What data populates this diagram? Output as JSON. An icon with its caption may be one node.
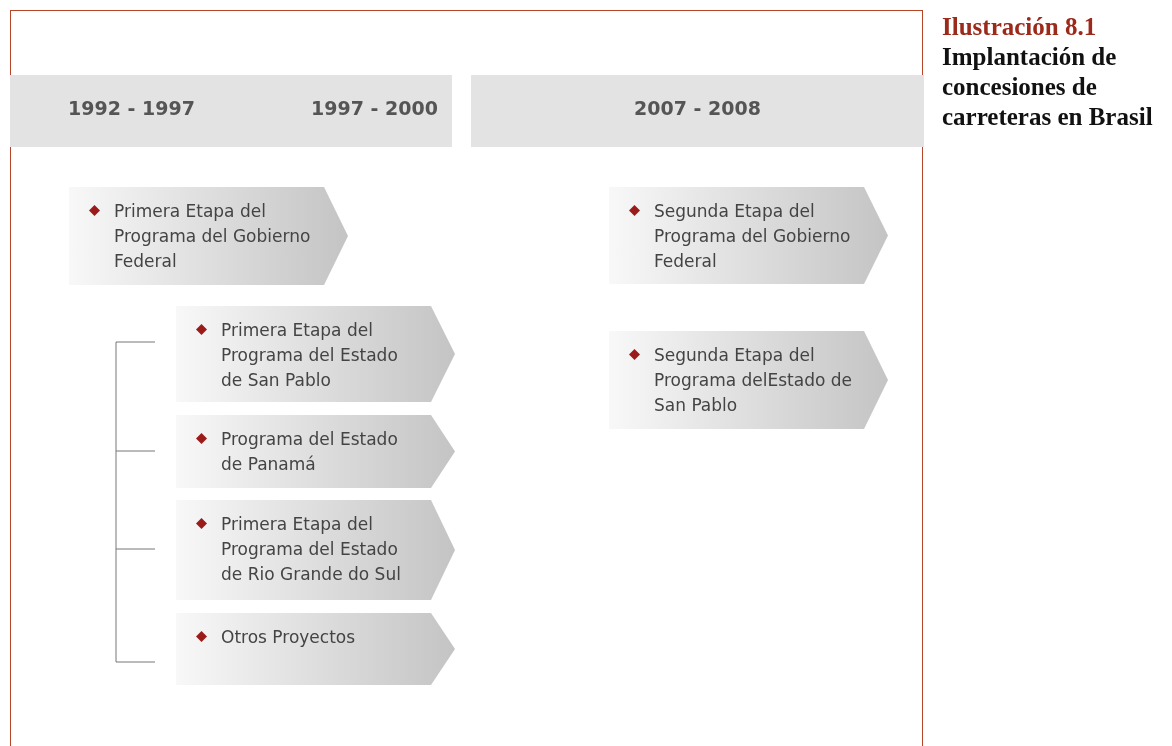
{
  "diagram": {
    "title": "Ilustración 8.1",
    "caption": "Implantación de concesiones de carreteras en Brasil",
    "nodes": [
      {
        "text": [
          "1992 - 1997",
          "1997 - 2000"
        ]
      },
      {
        "text": [
          "2007 - 2008"
        ]
      },
      {
        "text": [
          "Primera Etapa del Programa del Gobierno Federal"
        ]
      },
      {
        "text": [
          "Primera Etapa del Programa del Estado de San Pablo"
        ]
      },
      {
        "text": [
          "Programa del Estado de Panamá"
        ]
      },
      {
        "text": [
          "Primera Etapa del Programa del Estado de Rio Grande do Sul"
        ]
      },
      {
        "text": [
          "Otros Proyectos"
        ]
      },
      {
        "text": [
          "Segunda Etapa del Programa del Gobierno Federal"
        ]
      },
      {
        "text": [
          "Segunda Etapa del Programa delEstado de San Pablo"
        ]
      }
    ]
  }
}
